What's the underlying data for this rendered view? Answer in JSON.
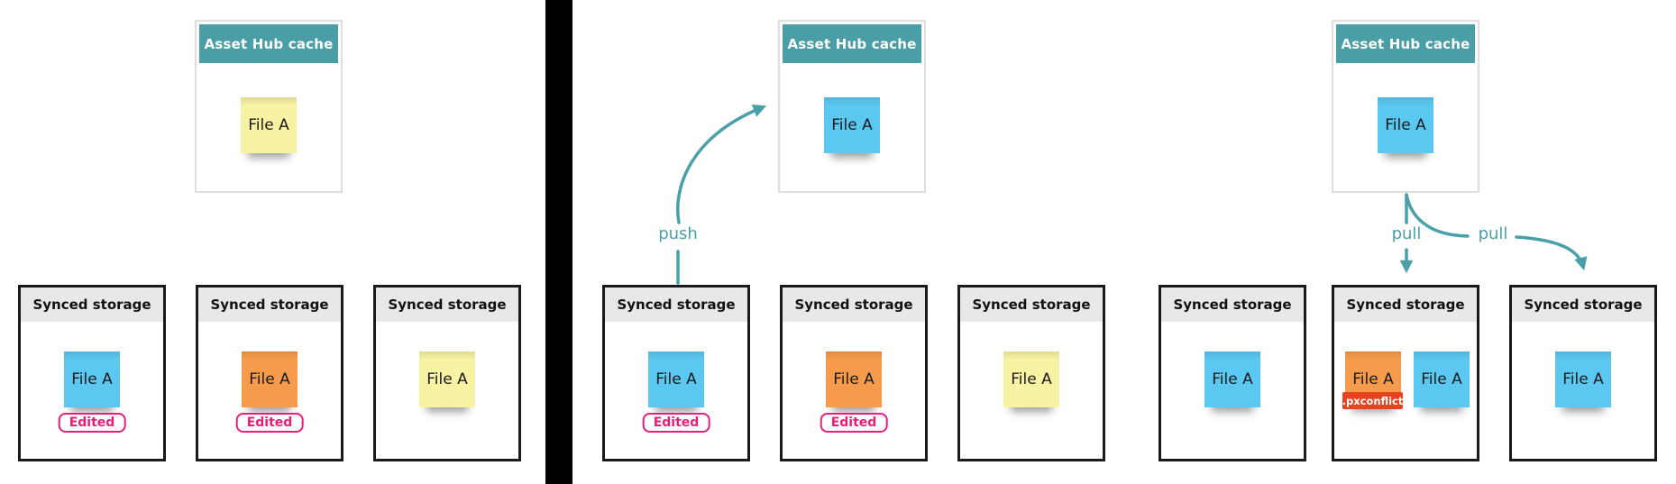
{
  "palette": {
    "teal_header": "#4a9fa6",
    "arrow_teal": "#4aa0a8",
    "note_blue": "#5bc8f2",
    "note_yellow": "#f8f2a3",
    "note_orange": "#f69b4c",
    "conflict_red": "#e8431f",
    "edited_pink": "#e91e78",
    "storage_header_gray": "#e8e8e8",
    "divider_black": "#000000"
  },
  "panels": [
    {
      "name": "local-edits",
      "hub": {
        "title": "Asset Hub cache",
        "note": {
          "label": "File A",
          "color": "yellow"
        }
      },
      "storages": [
        {
          "title": "Synced storage",
          "notes": [
            {
              "label": "File A",
              "color": "blue"
            }
          ],
          "badge": "Edited"
        },
        {
          "title": "Synced storage",
          "notes": [
            {
              "label": "File A",
              "color": "orange"
            }
          ],
          "badge": "Edited"
        },
        {
          "title": "Synced storage",
          "notes": [
            {
              "label": "File A",
              "color": "yellow"
            }
          ]
        }
      ]
    },
    {
      "name": "push",
      "hub": {
        "title": "Asset Hub cache",
        "note": {
          "label": "File A",
          "color": "blue"
        }
      },
      "arrow": {
        "label": "push"
      },
      "storages": [
        {
          "title": "Synced storage",
          "notes": [
            {
              "label": "File A",
              "color": "blue"
            }
          ],
          "badge": "Edited"
        },
        {
          "title": "Synced storage",
          "notes": [
            {
              "label": "File A",
              "color": "orange"
            }
          ],
          "badge": "Edited"
        },
        {
          "title": "Synced storage",
          "notes": [
            {
              "label": "File A",
              "color": "yellow"
            }
          ]
        }
      ]
    },
    {
      "name": "pull",
      "hub": {
        "title": "Asset Hub cache",
        "note": {
          "label": "File A",
          "color": "blue"
        }
      },
      "arrows": {
        "pull_left": "pull",
        "pull_right": "pull"
      },
      "storages": [
        {
          "title": "Synced storage",
          "notes": [
            {
              "label": "File A",
              "color": "blue"
            }
          ]
        },
        {
          "title": "Synced storage",
          "notes": [
            {
              "label": "File A",
              "color": "orange",
              "conflict_label": ".pxconflict"
            },
            {
              "label": "File A",
              "color": "blue"
            }
          ]
        },
        {
          "title": "Synced storage",
          "notes": [
            {
              "label": "File A",
              "color": "blue"
            }
          ]
        }
      ]
    }
  ]
}
